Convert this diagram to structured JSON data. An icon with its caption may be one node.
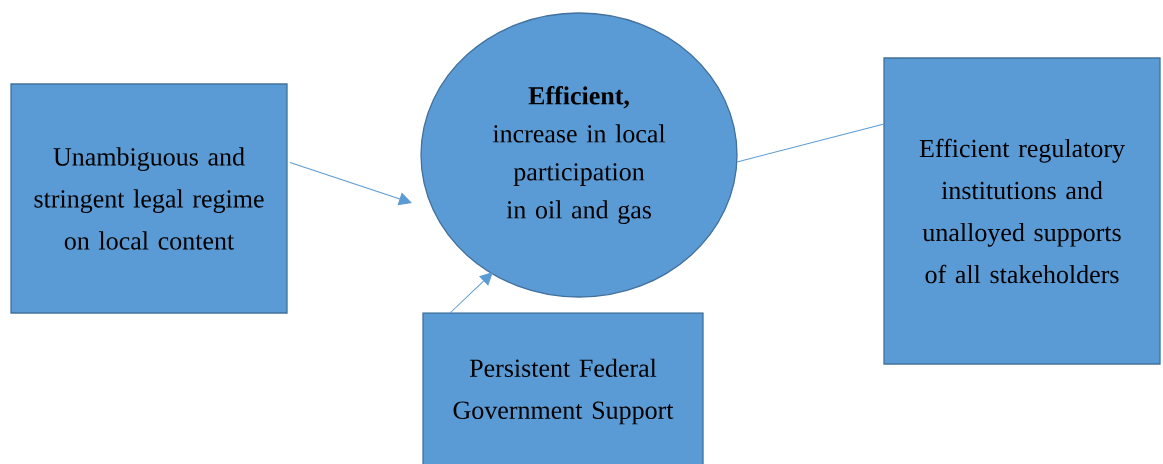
{
  "diagram": {
    "nodes": [
      {
        "text": [
          "Unambiguous and stringent legal regime on local content"
        ]
      },
      {
        "text": [
          "**Efficient,** increase in local participation in oil and gas"
        ]
      },
      {
        "text": [
          "Efficient regulatory institutions and unalloyed supports of all stakeholders"
        ]
      },
      {
        "text": [
          "Persistent Federal Government Support"
        ]
      }
    ],
    "edges": [
      {
        "from": 0,
        "to": 1,
        "arrow": "to"
      },
      {
        "from": 3,
        "to": 1,
        "arrow": "to"
      },
      {
        "from": 1,
        "to": 2,
        "arrow": "none"
      }
    ]
  }
}
